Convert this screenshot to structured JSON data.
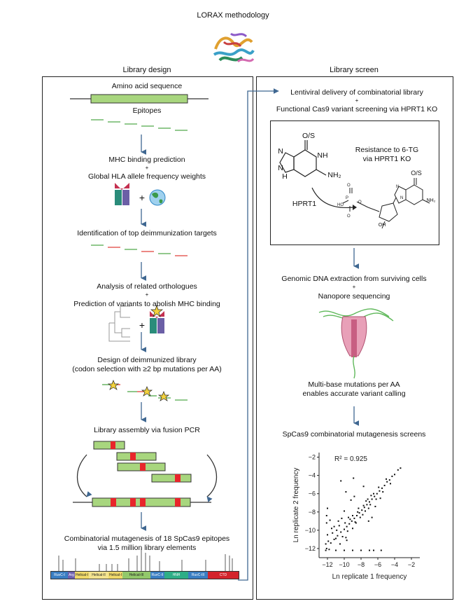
{
  "title": "LORAX methodology",
  "left": {
    "header": "Library design",
    "amino_acid_sequence": "Amino acid sequence",
    "epitopes": "Epitopes",
    "mhc_prediction": "MHC binding prediction",
    "plus1": "+",
    "hla_weights": "Global HLA allele frequency weights",
    "plus_icon": "+",
    "top_targets": "Identification of top deimmunization targets",
    "orthologues": "Analysis of related orthologues",
    "plus2": "+",
    "predict_variants": "Prediction of variants to abolish MHC binding",
    "plus_icon2": "+",
    "design_line1": "Design of deimmunized library",
    "design_line2": "(codon selection with ≥2 bp mutations per AA)",
    "assembly": "Library assembly via fusion PCR",
    "combo_line1": "Combinatorial mutagenesis of 18 SpCas9 epitopes",
    "combo_line2": "via 1.5 million library elements",
    "domains": [
      "RuvC-I",
      "Arg",
      "Helical-I",
      "Helical-II",
      "Helical-I",
      "Helical-III",
      "RuvC-II",
      "HNH",
      "RuvC-III",
      "CTD"
    ]
  },
  "right": {
    "header": "Library screen",
    "lentiviral": "Lentiviral delivery of combinatorial library",
    "plus1": "+",
    "functional": "Functional Cas9 variant screening via HPRT1 KO",
    "os_top": "O/S",
    "n_label1": "N",
    "nh_label": "NH",
    "n_label2": "N",
    "h_label": "H",
    "nh2_label": "NH₂",
    "resistance_line1": "Resistance to 6-TG",
    "resistance_line2": "via HPRT1 KO",
    "hprt1": "HPRT1",
    "os_right": "O/S",
    "oh_label": "OH",
    "nh2_right": "NH₂",
    "genomic": "Genomic DNA extraction from surviving cells",
    "plus2": "+",
    "nanopore": "Nanopore sequencing",
    "multibase_line1": "Multi-base mutations per AA",
    "multibase_line2": "enables accurate variant calling",
    "screens_title": "SpCas9 combinatorial mutagenesis screens"
  },
  "chart_data": {
    "type": "scatter",
    "title": "SpCas9 combinatorial mutagenesis screens",
    "annotation": "R² = 0.925",
    "xlabel": "Ln replicate 1 frequency",
    "ylabel": "Ln replicate 2 frequency",
    "xlim": [
      -13,
      -1
    ],
    "ylim": [
      -13,
      -1.5
    ],
    "xticks": [
      -12,
      -10,
      -8,
      -6,
      -4,
      -2
    ],
    "yticks": [
      -12,
      -10,
      -8,
      -6,
      -4,
      -2
    ],
    "xtick_labels": [
      "−12",
      "−10",
      "−8",
      "−6",
      "−4",
      "−2"
    ],
    "ytick_labels": [
      "−12",
      "−10",
      "−8",
      "−6",
      "−4",
      "−2"
    ],
    "series": [
      {
        "values": [
          [
            -12.1,
            -12.0
          ],
          [
            -11.6,
            -11.4
          ],
          [
            -11.2,
            -11.0
          ],
          [
            -10.8,
            -10.6
          ],
          [
            -10.4,
            -10.2
          ],
          [
            -10.0,
            -9.9
          ],
          [
            -9.7,
            -9.6
          ],
          [
            -9.4,
            -9.3
          ],
          [
            -9.1,
            -9.0
          ],
          [
            -8.8,
            -8.7
          ],
          [
            -8.5,
            -8.4
          ],
          [
            -8.2,
            -8.1
          ],
          [
            -7.9,
            -7.8
          ],
          [
            -7.6,
            -7.5
          ],
          [
            -7.3,
            -7.2
          ],
          [
            -7.0,
            -6.9
          ],
          [
            -6.7,
            -6.6
          ],
          [
            -6.4,
            -6.3
          ],
          [
            -6.1,
            -6.0
          ],
          [
            -5.8,
            -5.7
          ],
          [
            -5.5,
            -5.4
          ],
          [
            -5.2,
            -5.1
          ],
          [
            -4.9,
            -4.7
          ],
          [
            -4.6,
            -4.5
          ],
          [
            -4.3,
            -4.1
          ],
          [
            -4.0,
            -3.9
          ],
          [
            -3.6,
            -3.4
          ],
          [
            -3.3,
            -3.2
          ],
          [
            -12.0,
            -10.5
          ],
          [
            -11.5,
            -9.8
          ],
          [
            -11.0,
            -10.9
          ],
          [
            -10.5,
            -11.5
          ],
          [
            -9.8,
            -10.8
          ],
          [
            -9.5,
            -8.6
          ],
          [
            -9.0,
            -9.8
          ],
          [
            -8.6,
            -9.2
          ],
          [
            -8.3,
            -7.6
          ],
          [
            -7.8,
            -8.3
          ],
          [
            -7.4,
            -6.8
          ],
          [
            -7.1,
            -7.6
          ],
          [
            -6.8,
            -6.2
          ],
          [
            -6.2,
            -6.6
          ],
          [
            -5.9,
            -5.3
          ],
          [
            -5.4,
            -5.8
          ],
          [
            -5.0,
            -4.4
          ],
          [
            -4.5,
            -4.9
          ],
          [
            -12.2,
            -11.5
          ],
          [
            -11.8,
            -12.1
          ],
          [
            -11.4,
            -10.3
          ],
          [
            -10.9,
            -10.0
          ],
          [
            -10.6,
            -9.5
          ],
          [
            -10.2,
            -10.7
          ],
          [
            -9.9,
            -9.2
          ],
          [
            -9.6,
            -10.1
          ],
          [
            -9.3,
            -8.8
          ],
          [
            -9.0,
            -8.4
          ],
          [
            -8.7,
            -9.1
          ],
          [
            -8.4,
            -8.0
          ],
          [
            -8.1,
            -8.6
          ],
          [
            -7.7,
            -7.3
          ],
          [
            -7.5,
            -7.9
          ],
          [
            -7.2,
            -6.6
          ],
          [
            -6.9,
            -7.2
          ],
          [
            -6.5,
            -6.0
          ],
          [
            -12.1,
            -9.2
          ],
          [
            -12.1,
            -8.4
          ],
          [
            -12.0,
            -7.6
          ],
          [
            -11.9,
            -11.2
          ],
          [
            -11.7,
            -8.9
          ],
          [
            -11.2,
            -9.6
          ],
          [
            -10.7,
            -9.0
          ],
          [
            -10.3,
            -8.7
          ],
          [
            -10.0,
            -7.9
          ],
          [
            -9.7,
            -11.1
          ],
          [
            -12.2,
            -12.2
          ],
          [
            -11.0,
            -12.2
          ],
          [
            -10.0,
            -12.2
          ],
          [
            -9.0,
            -12.2
          ],
          [
            -8.0,
            -12.2
          ],
          [
            -7.0,
            -12.2
          ],
          [
            -6.5,
            -12.2
          ],
          [
            -5.6,
            -12.2
          ],
          [
            -9.8,
            -5.8
          ],
          [
            -10.4,
            -4.6
          ],
          [
            -9.2,
            -6.7
          ],
          [
            -8.9,
            -4.3
          ],
          [
            -7.1,
            -9.0
          ],
          [
            -6.7,
            -8.6
          ],
          [
            -6.3,
            -7.4
          ],
          [
            -5.7,
            -6.5
          ],
          [
            -8.8,
            -6.3
          ],
          [
            -7.7,
            -5.2
          ]
        ]
      }
    ]
  }
}
